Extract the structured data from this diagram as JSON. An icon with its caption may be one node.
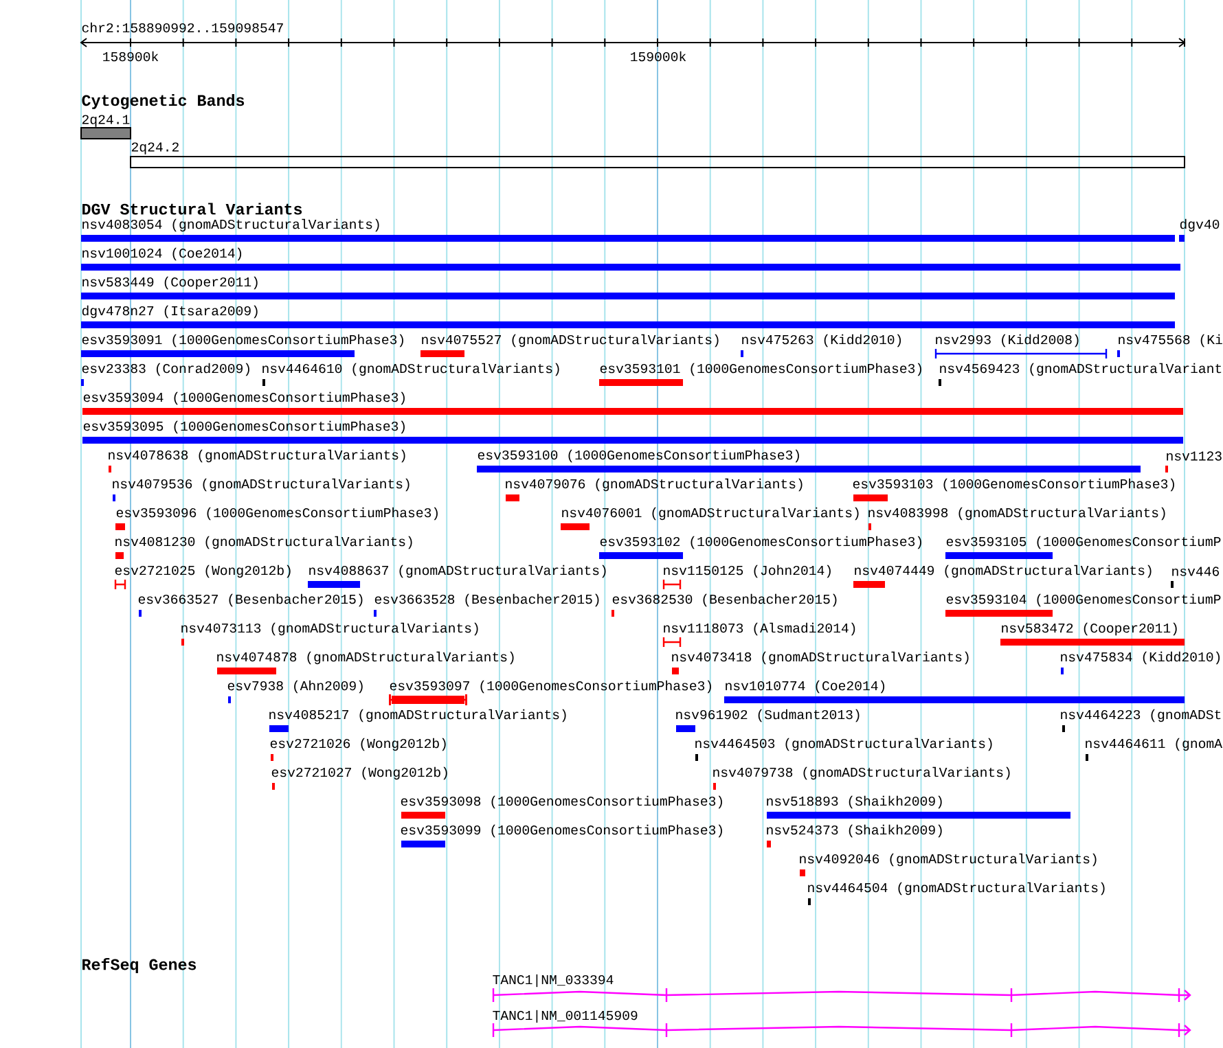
{
  "diagram": {
    "nodes": [
      {
        "text": [
          "2q24.1"
        ]
      },
      {
        "text": [
          "2q24.2"
        ]
      },
      {
        "text": [
          "nsv4083054 (gnomADStructuralVariants)"
        ]
      },
      {
        "text": [
          "dgv40"
        ]
      },
      {
        "text": [
          "nsv1001024 (Coe2014)"
        ]
      },
      {
        "text": [
          "nsv583449 (Cooper2011)"
        ]
      },
      {
        "text": [
          "dgv478n27 (Itsara2009)"
        ]
      },
      {
        "text": [
          "esv3593091 (1000GenomesConsortiumPhase3)"
        ]
      },
      {
        "text": [
          "nsv4075527 (gnomADStructuralVariants)"
        ]
      },
      {
        "text": [
          "nsv475263 (Kidd2010)"
        ]
      },
      {
        "text": [
          "nsv2993 (Kidd2008)"
        ]
      },
      {
        "text": [
          "nsv475568 (Ki"
        ]
      },
      {
        "text": [
          "esv23383 (Conrad2009)"
        ]
      },
      {
        "text": [
          "nsv4464610 (gnomADStructuralVariants)"
        ]
      },
      {
        "text": [
          "esv3593101 (1000GenomesConsortiumPhase3)"
        ]
      },
      {
        "text": [
          "nsv4569423 (gnomADStructuralVariant"
        ]
      },
      {
        "text": [
          "esv3593094 (1000GenomesConsortiumPhase3)"
        ]
      },
      {
        "text": [
          "esv3593095 (1000GenomesConsortiumPhase3)"
        ]
      },
      {
        "text": [
          "nsv4078638 (gnomADStructuralVariants)"
        ]
      },
      {
        "text": [
          "esv3593100 (1000GenomesConsortiumPhase3)"
        ]
      },
      {
        "text": [
          "nsv1123"
        ]
      },
      {
        "text": [
          "nsv4079536 (gnomADStructuralVariants)"
        ]
      },
      {
        "text": [
          "nsv4079076 (gnomADStructuralVariants)"
        ]
      },
      {
        "text": [
          "esv3593103 (1000GenomesConsortiumPhase3)"
        ]
      },
      {
        "text": [
          "esv3593096 (1000GenomesConsortiumPhase3)"
        ]
      },
      {
        "text": [
          "nsv4076001 (gnomADStructuralVariants)"
        ]
      },
      {
        "text": [
          "nsv4083998 (gnomADStructuralVariants)"
        ]
      },
      {
        "text": [
          "nsv4081230 (gnomADStructuralVariants)"
        ]
      },
      {
        "text": [
          "esv3593102 (1000GenomesConsortiumPhase3)"
        ]
      },
      {
        "text": [
          "esv3593105 (1000GenomesConsortiumP"
        ]
      },
      {
        "text": [
          "esv2721025 (Wong2012b)"
        ]
      },
      {
        "text": [
          "nsv4088637 (gnomADStructuralVariants)"
        ]
      },
      {
        "text": [
          "nsv1150125 (John2014)"
        ]
      },
      {
        "text": [
          "nsv4074449 (gnomADStructuralVariants)"
        ]
      },
      {
        "text": [
          "nsv446"
        ]
      },
      {
        "text": [
          "esv3663527 (Besenbacher2015)"
        ]
      },
      {
        "text": [
          "esv3663528 (Besenbacher2015)"
        ]
      },
      {
        "text": [
          "esv3682530 (Besenbacher2015)"
        ]
      },
      {
        "text": [
          "esv3593104 (1000GenomesConsortiumP"
        ]
      },
      {
        "text": [
          "nsv4073113 (gnomADStructuralVariants)"
        ]
      },
      {
        "text": [
          "nsv1118073 (Alsmadi2014)"
        ]
      },
      {
        "text": [
          "nsv583472 (Cooper2011)"
        ]
      },
      {
        "text": [
          "nsv4074878 (gnomADStructuralVariants)"
        ]
      },
      {
        "text": [
          "nsv4073418 (gnomADStructuralVariants)"
        ]
      },
      {
        "text": [
          "nsv475834 (Kidd2010)"
        ]
      },
      {
        "text": [
          "esv7938 (Ahn2009)"
        ]
      },
      {
        "text": [
          "esv3593097 (1000GenomesConsortiumPhase3)"
        ]
      },
      {
        "text": [
          "nsv1010774 (Coe2014)"
        ]
      },
      {
        "text": [
          "nsv4085217 (gnomADStructuralVariants)"
        ]
      },
      {
        "text": [
          "nsv961902 (Sudmant2013)"
        ]
      },
      {
        "text": [
          "nsv4464223 (gnomADSt"
        ]
      },
      {
        "text": [
          "esv2721026 (Wong2012b)"
        ]
      },
      {
        "text": [
          "nsv4464503 (gnomADStructuralVariants)"
        ]
      },
      {
        "text": [
          "nsv4464611 (gnomA"
        ]
      },
      {
        "text": [
          "esv2721027 (Wong2012b)"
        ]
      },
      {
        "text": [
          "nsv4079738 (gnomADStructuralVariants)"
        ]
      },
      {
        "text": [
          "esv3593098 (1000GenomesConsortiumPhase3)"
        ]
      },
      {
        "text": [
          "nsv518893 (Shaikh2009)"
        ]
      },
      {
        "text": [
          "esv3593099 (1000GenomesConsortiumPhase3)"
        ]
      },
      {
        "text": [
          "nsv524373 (Shaikh2009)"
        ]
      },
      {
        "text": [
          "nsv4092046 (gnomADStructuralVariants)"
        ]
      },
      {
        "text": [
          "nsv4464504 (gnomADStructuralVariants)"
        ]
      },
      {
        "text": [
          "TANC1|NM_033394"
        ]
      },
      {
        "text": [
          "TANC1|NM_001145909"
        ]
      }
    ],
    "labels": [
      "chr2:158890992..159098547",
      "158900k",
      "159000k",
      "Cytogenetic Bands",
      "DGV Structural Variants",
      "RefSeq Genes"
    ]
  }
}
